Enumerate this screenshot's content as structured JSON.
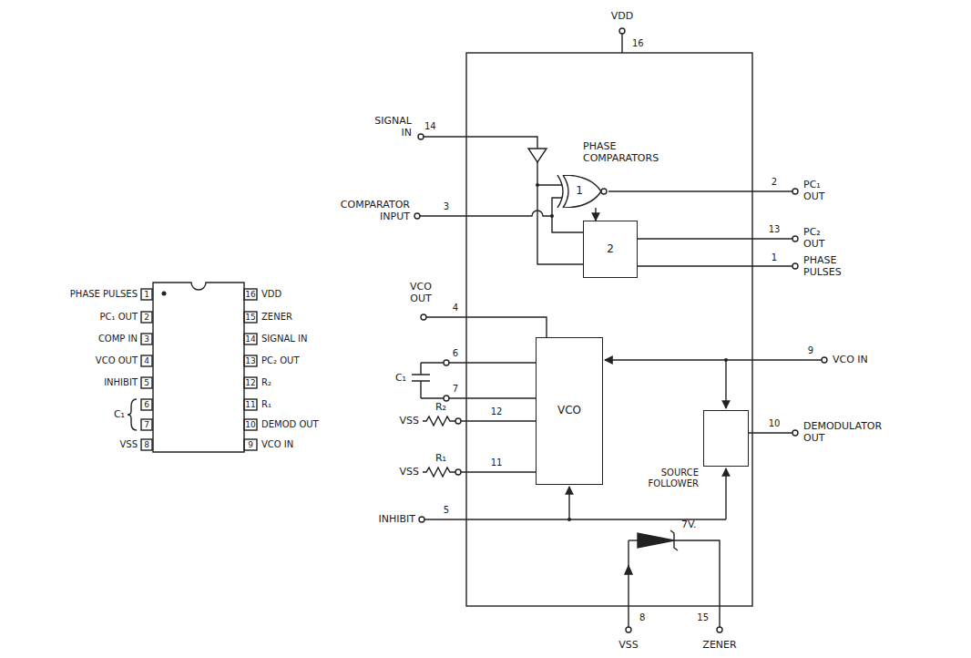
{
  "diagram": {
    "nodes": [
      {
        "text": [
          "1"
        ]
      },
      {
        "text": [
          "2"
        ]
      },
      {
        "text": [
          "VCO"
        ]
      },
      {
        "text": [
          "SOURCE FOLLOWER"
        ]
      }
    ],
    "edges": [
      {
        "from": 0,
        "to": 1,
        "arrow": "to"
      }
    ],
    "labels": [
      "PHASE PULSES",
      "1",
      "PC₁ OUT",
      "2",
      "COMP IN",
      "3",
      "VCO OUT",
      "4",
      "INHIBIT",
      "5",
      "C₁",
      "6",
      "7",
      "VSS",
      "8",
      "16",
      "VDD",
      "15",
      "ZENER",
      "14",
      "SIGNAL IN",
      "13",
      "PC₂ OUT",
      "12",
      "R₂",
      "11",
      "R₁",
      "10",
      "DEMOD OUT",
      "9",
      "VCO IN",
      "VDD",
      "16",
      "SIGNAL IN",
      "14",
      "PHASE COMPARATORS",
      "PC₁ OUT",
      "2",
      "COMPARATOR INPUT",
      "3",
      "PC₂ OUT",
      "13",
      "PHASE PULSES",
      "1",
      "VCO OUT",
      "4",
      "C₁",
      "6",
      "7",
      "VSS",
      "R₂",
      "12",
      "VSS",
      "R₁",
      "11",
      "INHIBIT",
      "5",
      "9",
      "VCO IN",
      "10",
      "DEMODULATOR OUT",
      "8",
      "VSS",
      "7V.",
      "15",
      "ZENER"
    ]
  }
}
